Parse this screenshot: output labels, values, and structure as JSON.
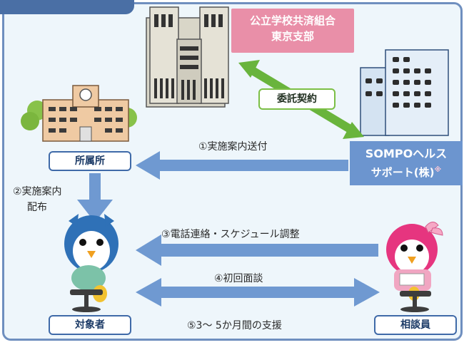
{
  "title_tab": "",
  "nodes": {
    "union": {
      "line1": "公立学校共済組合",
      "line2": "東京支部"
    },
    "sompo": {
      "line1": "SOMPOヘルス",
      "line2": "サポート(株)",
      "mark": "※"
    },
    "shozoku": "所属所",
    "taisho": "対象者",
    "soudan": "相談員"
  },
  "labels": {
    "itaku": "委託契約",
    "step1": "①実施案内送付",
    "step2_line1": "②実施案内",
    "step2_line2": "配布",
    "step3": "③電話連絡・スケジュール調整",
    "step4": "④初回面談",
    "step5": "⑤3～ 5か月間の支援"
  },
  "colors": {
    "frame": "#6f8fbf",
    "arrow_blue": "#6f99d1",
    "arrow_green": "#69b43c",
    "pink": "#e98fa8",
    "sompo_blue": "#6c95cf"
  }
}
